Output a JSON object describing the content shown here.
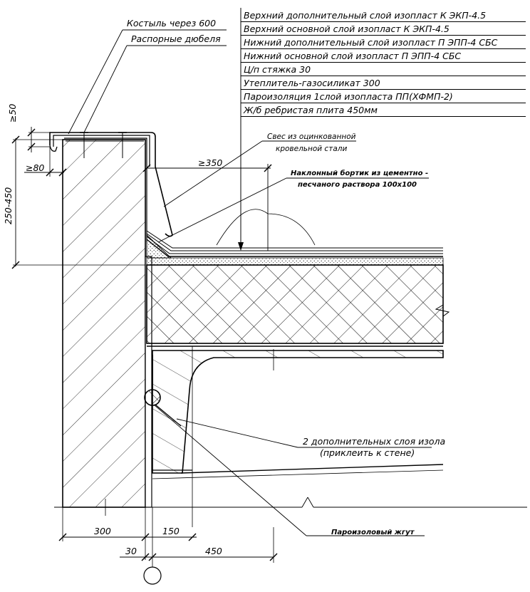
{
  "layers": [
    "Верхний дополнительный слой изопласт К ЭКП-4.5",
    "Верхний основной слой изопласт К ЭКП-4.5",
    "Нижний дополнительный слой изопласт П ЭПП-4 СБС",
    "Нижний основной слой изопласт П ЭПП-4 СБС",
    "Ц/п стяжка 30",
    "Утеплитель-газосиликат 300",
    "Пароизоляция 1слой изопласта ПП(ХФМП-2)",
    "Ж/б ребристая плита 450мм"
  ],
  "callouts": {
    "crutch": "Костыль через 600",
    "dowels": "Распорные дюбеля",
    "apron_line1": "Свес из оцинкованной",
    "apron_line2": "кровельной стали",
    "fillet_line1": "Наклонный бортик из цементно -",
    "fillet_line2": "песчаного раствора 100х100",
    "extra_layers_line1": "2 дополнительных слоя изола",
    "extra_layers_line2": "(приклеить к стене)",
    "vapor_seal": "Пароизоловый жгут"
  },
  "dimensions": {
    "d50": "≥50",
    "d80": "≥80",
    "d250_450": "250-450",
    "d350": "≥350",
    "d300": "300",
    "d150": "150",
    "d30": "30",
    "d450": "450"
  }
}
